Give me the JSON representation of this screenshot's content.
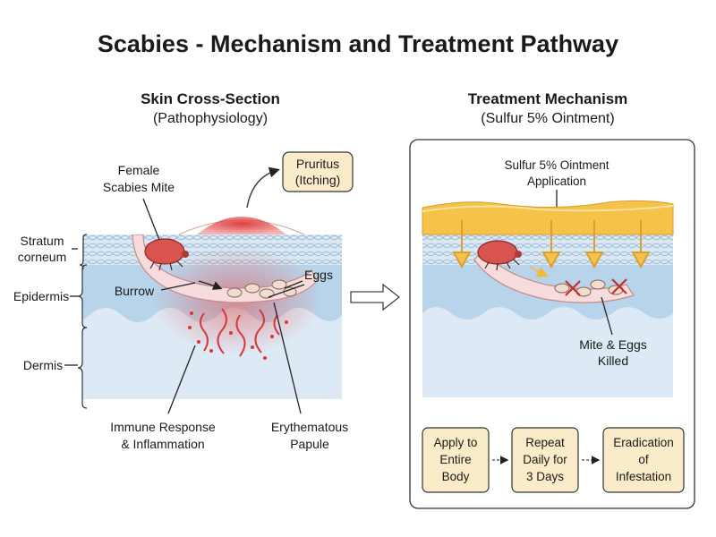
{
  "title": "Scabies - Mechanism and Treatment Pathway",
  "left_panel": {
    "heading": "Skin Cross-Section",
    "subheading": "(Pathophysiology)",
    "labels": {
      "mite": [
        "Female",
        "Scabies Mite"
      ],
      "pruritus": [
        "Pruritus",
        "(Itching)"
      ],
      "stratum": [
        "Stratum",
        "corneum"
      ],
      "epidermis": "Epidermis",
      "dermis": "Dermis",
      "burrow": "Burrow",
      "eggs": "Eggs",
      "immune": [
        "Immune Response",
        "& Inflammation"
      ],
      "papule": [
        "Erythematous",
        "Papule"
      ]
    }
  },
  "right_panel": {
    "heading": "Treatment Mechanism",
    "subheading": "(Sulfur 5% Ointment)",
    "labels": {
      "ointment": [
        "Sulfur 5% Ointment",
        "Application"
      ],
      "killed": [
        "Mite & Eggs",
        "Killed"
      ]
    },
    "steps": [
      [
        "Apply to",
        "Entire",
        "Body"
      ],
      [
        "Repeat",
        "Daily for",
        "3 Days"
      ],
      [
        "Eradication",
        "of",
        "Infestation"
      ]
    ]
  },
  "colors": {
    "stratum": "#d9e8f3",
    "epidermis": "#b8d4ea",
    "dermis": "#dde9f4",
    "ointment": "#f5c24a",
    "mite": "#d9534f",
    "burrow": "#f6dcdc",
    "inflammation": "#e03030",
    "step_box": "#fbecc9",
    "arrow_yellow": "#f0b93a"
  }
}
